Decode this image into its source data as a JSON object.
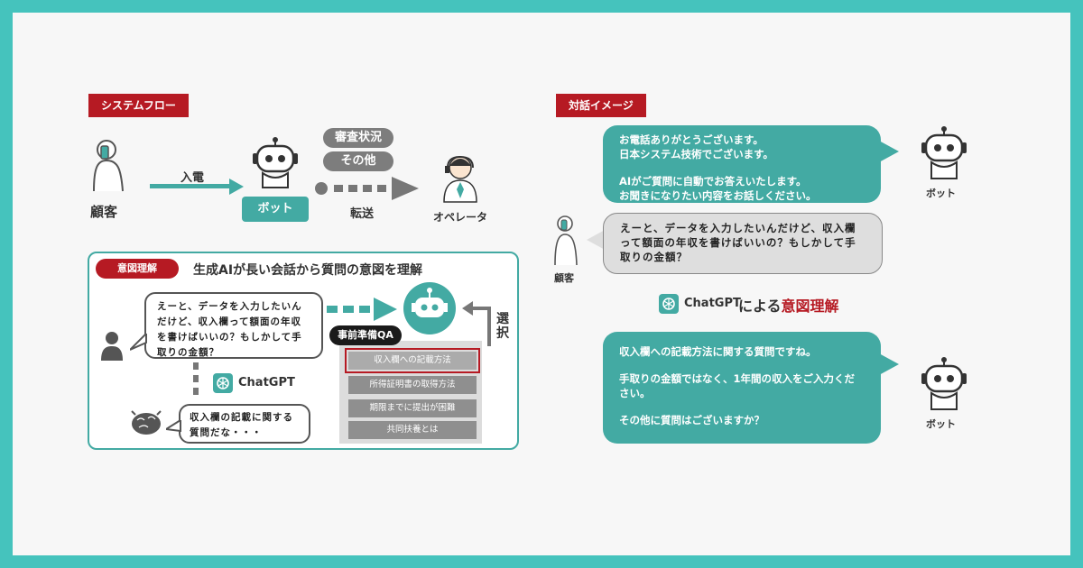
{
  "left": {
    "section_tag": "システムフロー",
    "flow": {
      "customer_label": "顧客",
      "incoming_label": "入電",
      "bot_label": "ボット",
      "status_pill_1": "審査状況",
      "status_pill_2": "その他",
      "transfer_label": "転送",
      "operator_label": "オペレータ"
    },
    "panel": {
      "tag": "意図理解",
      "title": "生成AIが長い会話から質問の意図を理解",
      "customer_bubble": "えーと、データを入力したいんだけど、収入欄って額面の年収を書けばいいの？もしかして手取りの金額？",
      "chatgpt_label": "ChatGPT",
      "thought_bubble": "収入欄の記載に関する質問だな・・・",
      "select_label": "選択",
      "qa_header": "事前準備QA",
      "qa_items": [
        "収入欄への記載方法",
        "所得証明書の取得方法",
        "期限までに提出が困難",
        "共同扶養とは"
      ]
    }
  },
  "right": {
    "section_tag": "対話イメージ",
    "bot_msg_1_line1": "お電話ありがとうございます。",
    "bot_msg_1_line2": "日本システム技術でございます。",
    "bot_msg_1_line3": "AIがご質問に自動でお答えいたします。",
    "bot_msg_1_line4": "お聞きになりたい内容をお話しください。",
    "bot_label_1": "ボット",
    "customer_msg": "えーと、データを入力したいんだけど、収入欄って額面の年収を書けばいいの？もしかして手取りの金額？",
    "customer_label": "顧客",
    "chatgpt_label": "ChatGPT",
    "intent_prefix": "による",
    "intent_highlight": "意図理解",
    "bot_msg_2_line1": "収入欄への記載方法に関する質問ですね。",
    "bot_msg_2_line2": "手取りの金額ではなく、1年間の収入をご入力ください。",
    "bot_msg_2_line3": "その他に質問はございますか？",
    "bot_label_2": "ボット"
  },
  "colors": {
    "teal": "#43aaa3",
    "red": "#b61a23",
    "frame": "#45c3bd",
    "gray": "#7d7d7d"
  }
}
